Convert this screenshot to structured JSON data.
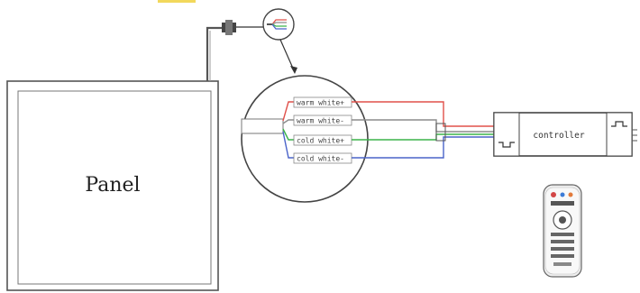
{
  "panel": {
    "label": "Panel"
  },
  "wires": {
    "labels": [
      "warm white+",
      "warm white-",
      "cold white+",
      "cold white-"
    ],
    "colors": {
      "red": "#e0504a",
      "green": "#3bb34a",
      "blue": "#4a63c9",
      "gray": "#8c8c8c"
    }
  },
  "controller": {
    "label": "controller"
  }
}
